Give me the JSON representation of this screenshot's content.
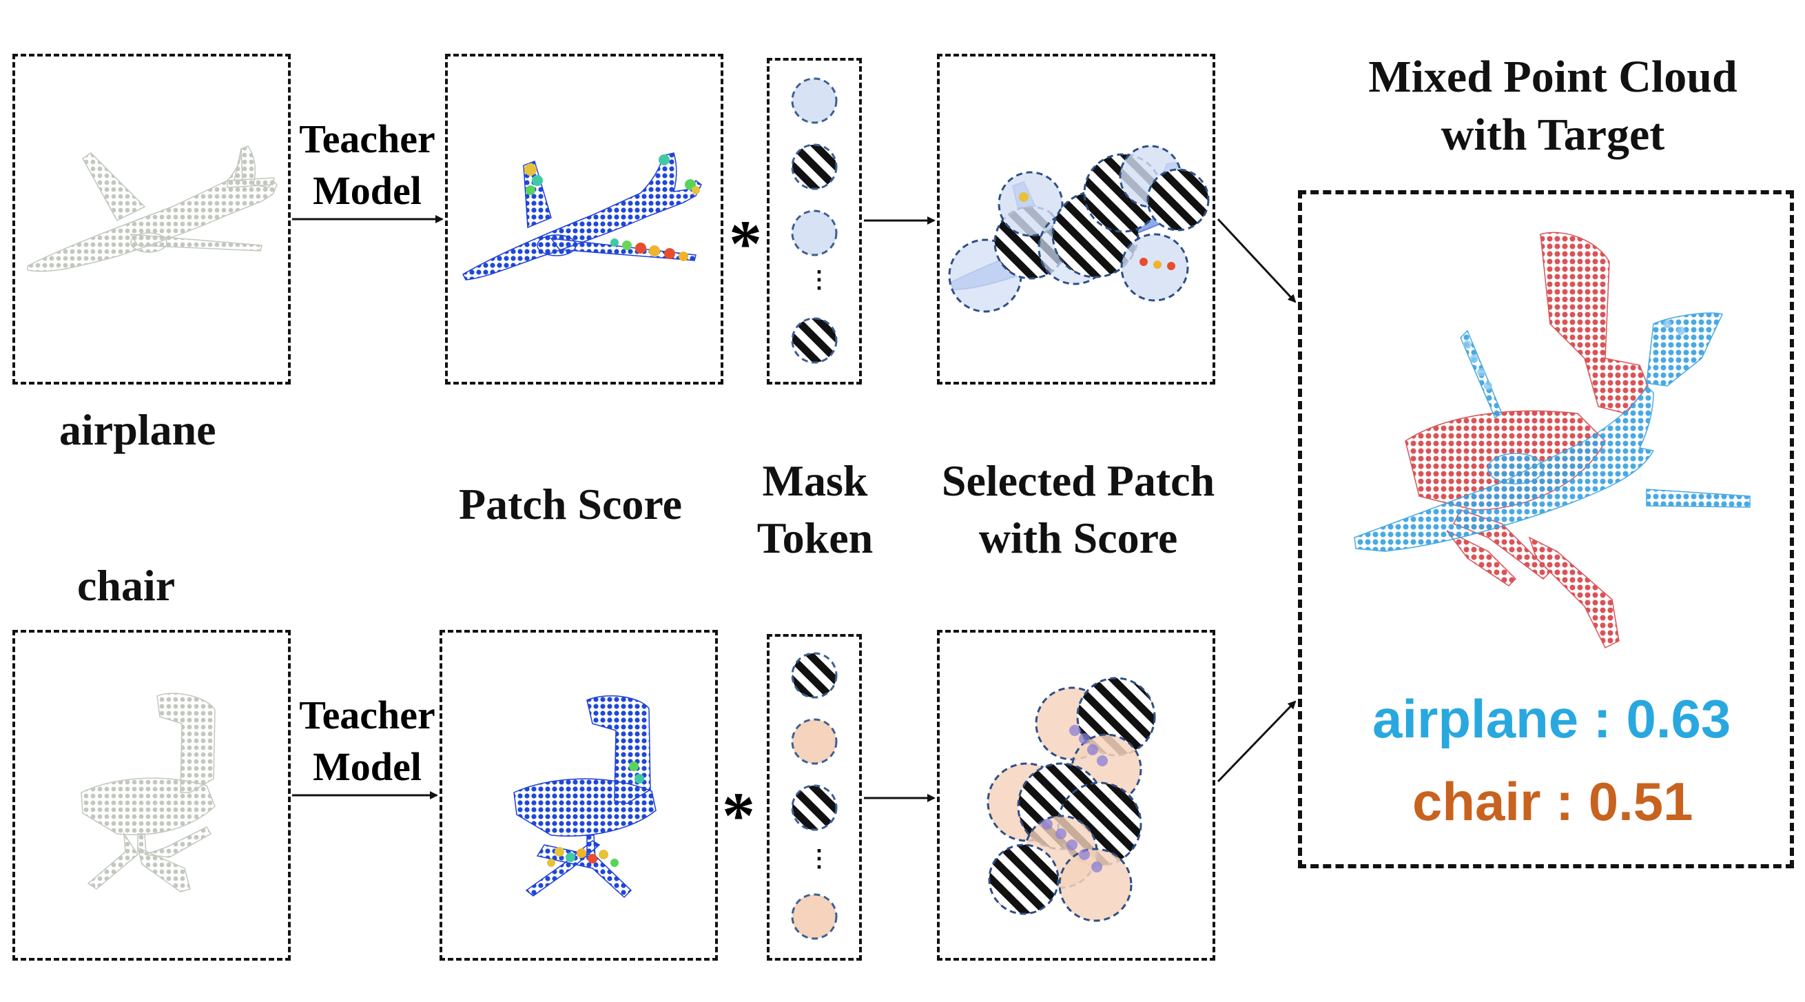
{
  "labels": {
    "airplane": "airplane",
    "chair": "chair",
    "patch_score": "Patch Score",
    "mask_token_1": "Mask",
    "mask_token_2": "Token",
    "selected_1": "Selected Patch",
    "selected_2": "with Score",
    "mixed_1": "Mixed Point Cloud",
    "mixed_2": "with Target",
    "teacher_1": "Teacher",
    "teacher_2": "Model",
    "multiply": "*",
    "ellipsis": "⋮"
  },
  "targets": {
    "airplane": "airplane : 0.63",
    "chair": "chair : 0.51"
  },
  "colors": {
    "airplane_target": "#29a8e0",
    "chair_target": "#c8621f",
    "raw_cloud": "#c2c8bd",
    "airplane_mix": "#3aa2e3",
    "chair_mix": "#d94a4f",
    "token_blue": "#d8e2f5",
    "token_peach": "#f6d3bd",
    "token_border": "#3b5f92"
  },
  "icons": [
    "hatched-mask-token-icon",
    "unmasked-token-icon",
    "arrow-icon"
  ]
}
